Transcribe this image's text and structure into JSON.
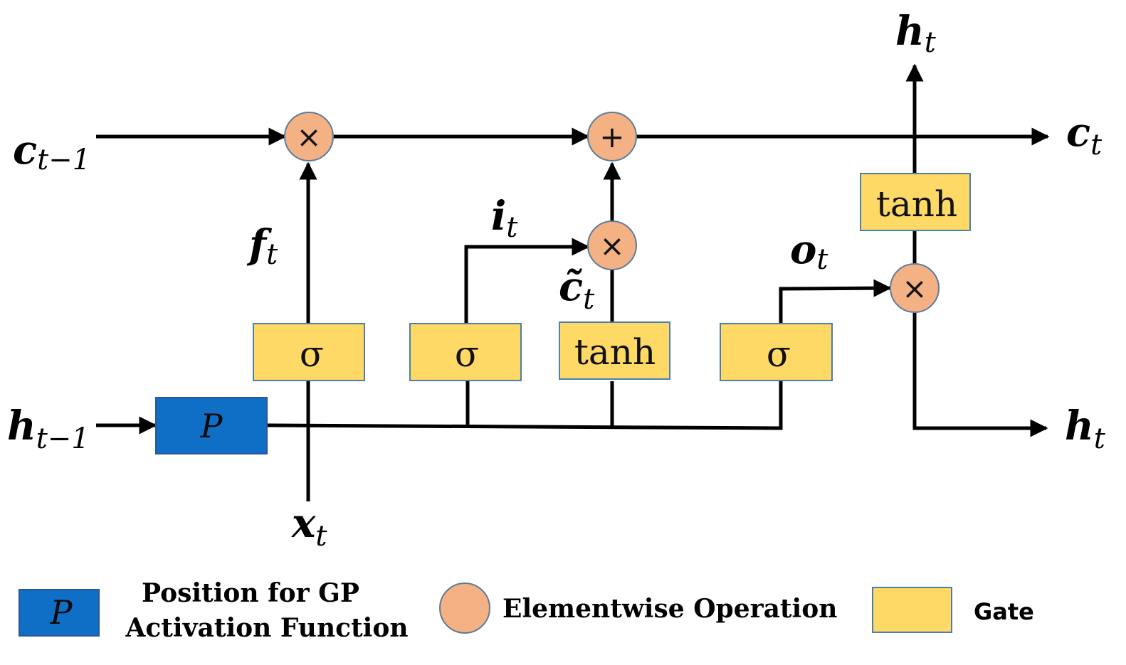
{
  "gates": {
    "forget": "σ",
    "input": "σ",
    "candidate": "tanh",
    "output": "σ",
    "cell_out": "tanh"
  },
  "ops": {
    "forget_mul": "×",
    "cell_add": "+",
    "input_mul": "×",
    "output_mul": "×"
  },
  "p_block": "P",
  "variables": {
    "c_prev": {
      "main": "c",
      "sub": "t−1"
    },
    "h_prev": {
      "main": "h",
      "sub": "t−1"
    },
    "x_t": {
      "main": "x",
      "sub": "t"
    },
    "f_t": {
      "main": "f",
      "sub": "t"
    },
    "i_t": {
      "main": "i",
      "sub": "t"
    },
    "c_tilde": {
      "main": "c̃",
      "sub": "t"
    },
    "o_t": {
      "main": "o",
      "sub": "t"
    },
    "c_t": {
      "main": "c",
      "sub": "t"
    },
    "h_t_top": {
      "main": "h",
      "sub": "t"
    },
    "h_t_right": {
      "main": "h",
      "sub": "t"
    }
  },
  "legend": {
    "p_symbol": "P",
    "p_label_line1": "Position for GP",
    "p_label_line2": "Activation Function",
    "op_label": "Elementwise Operation",
    "gate_label": "Gate"
  },
  "colors": {
    "gate": "#ffd966",
    "p_block": "#0f6fc6",
    "op": "#f4b183",
    "wire": "#000000"
  }
}
